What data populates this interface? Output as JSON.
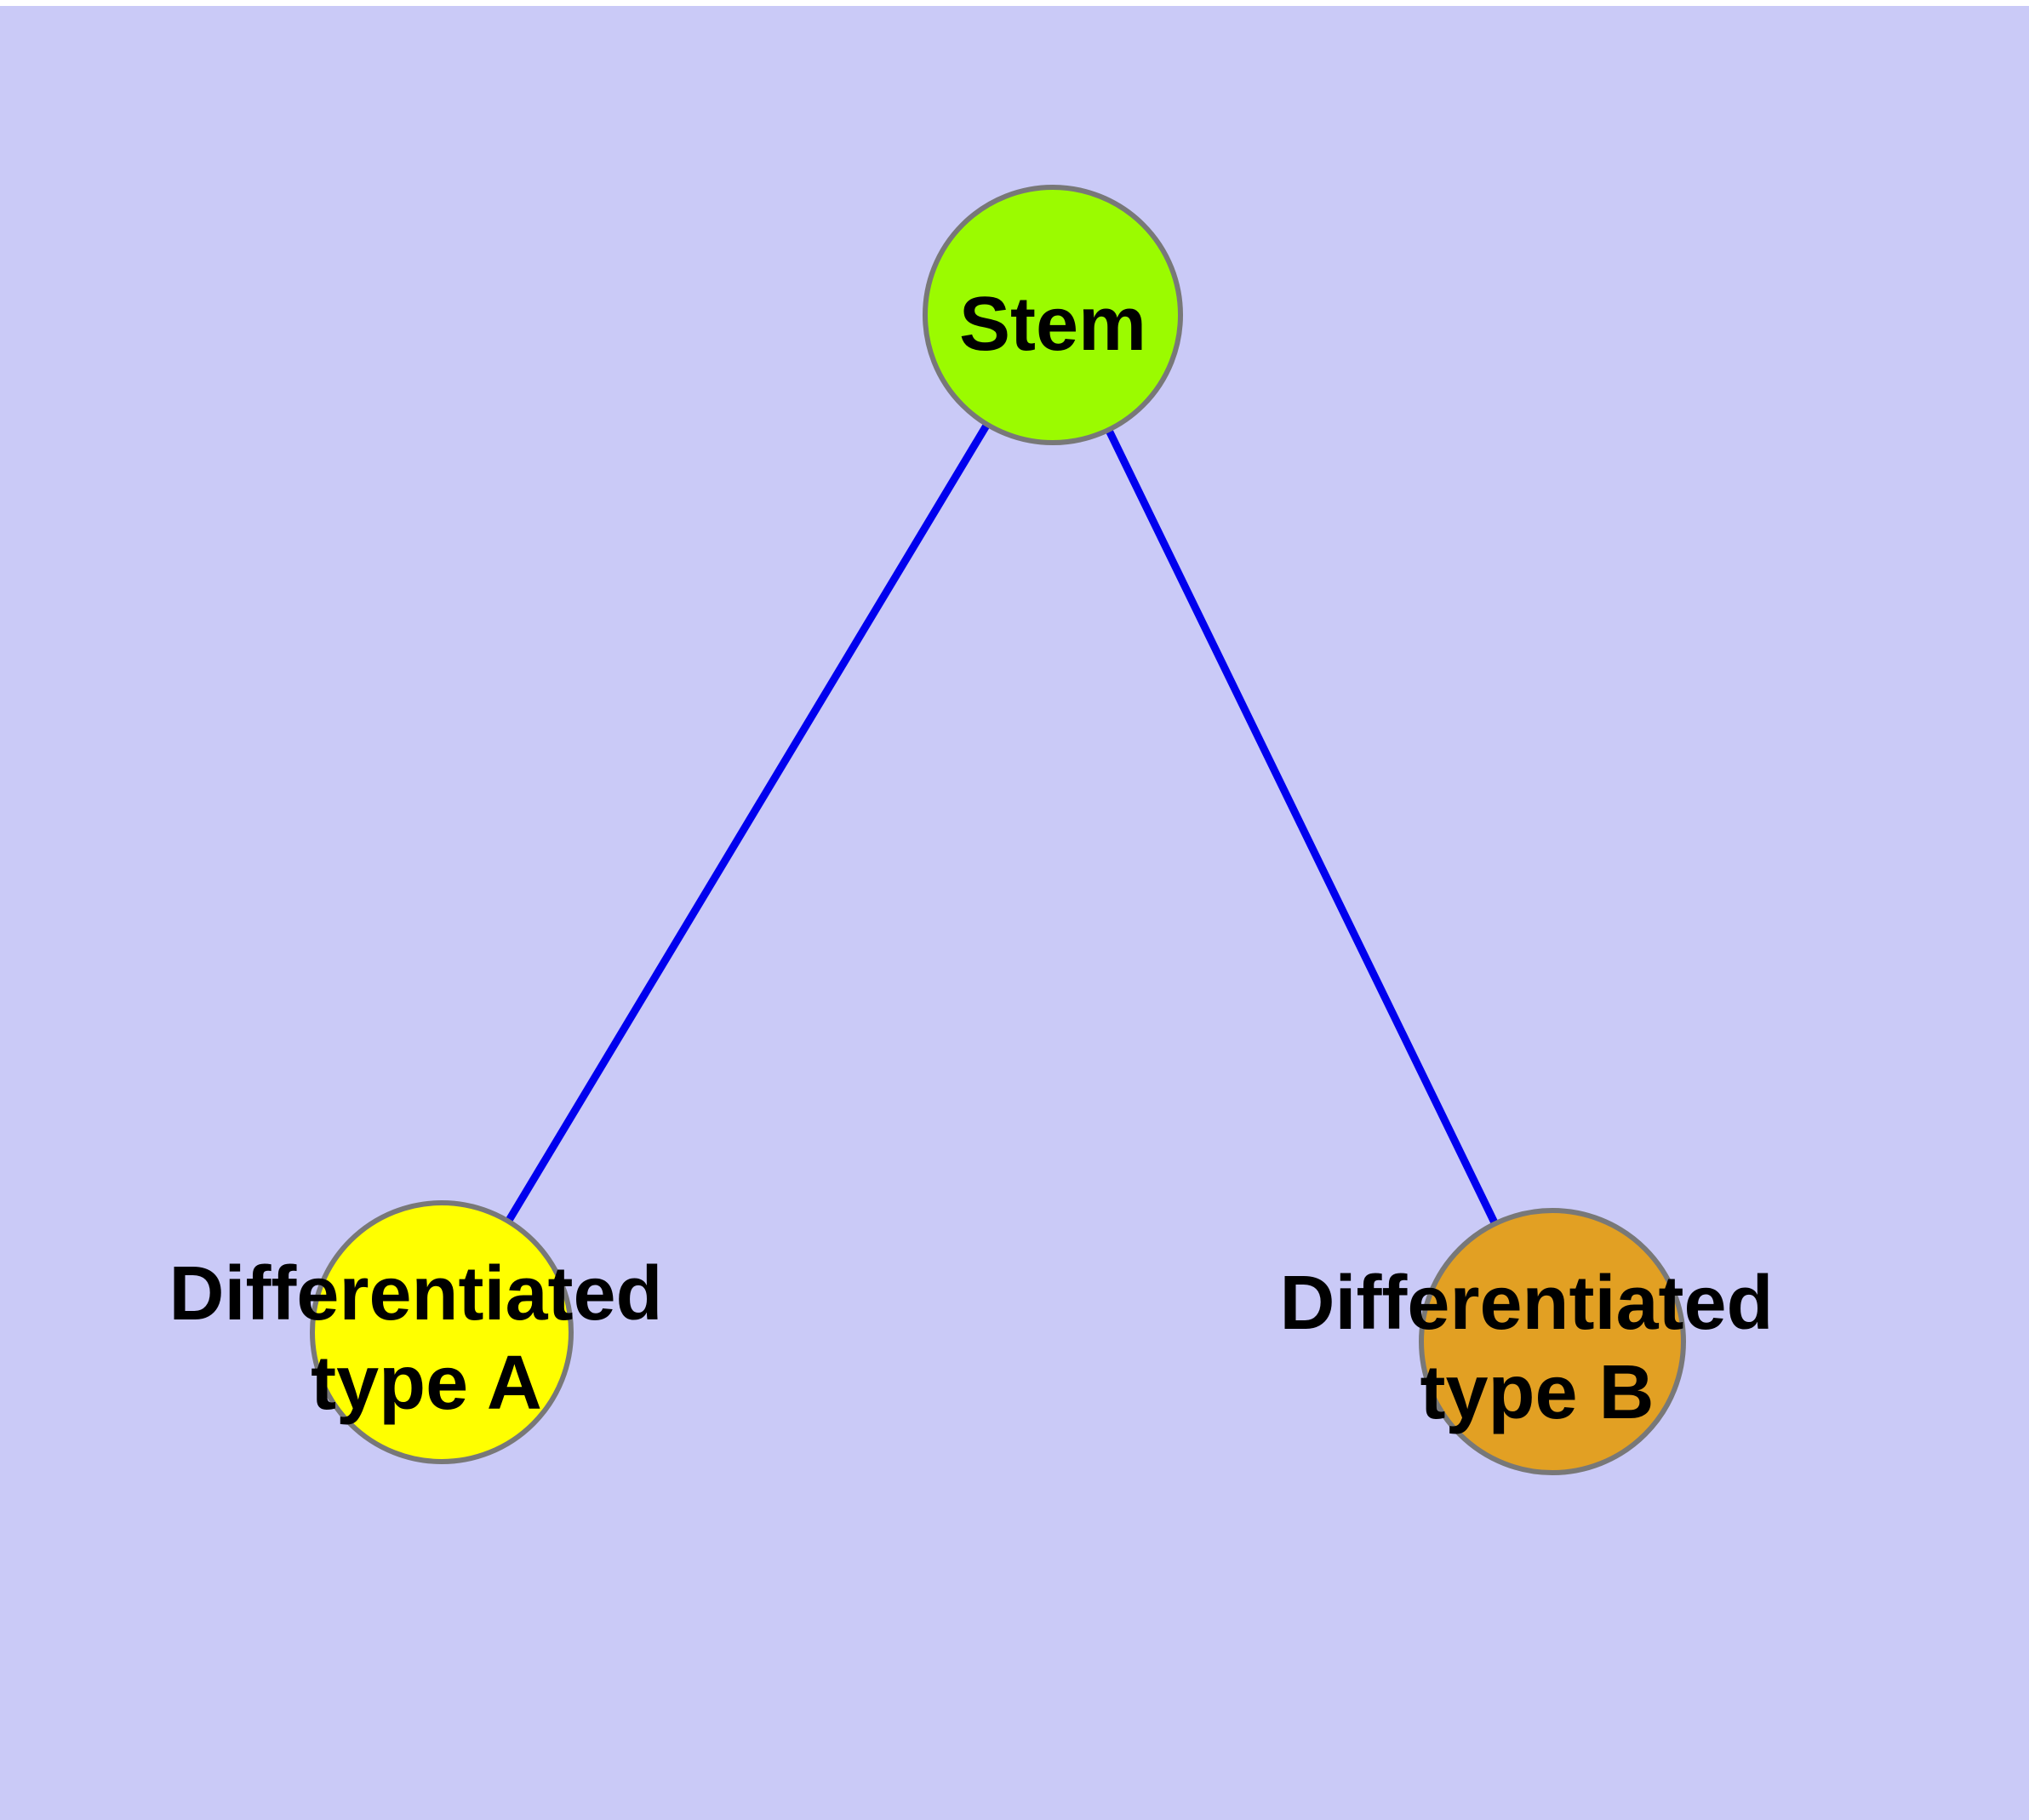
{
  "diagram": {
    "background_color": "#CACAF7",
    "top_strip_color": "#FFFFFF",
    "edge_color": "#0000EE",
    "node_border_color": "#787878",
    "label_color": "#000000",
    "nodes": [
      {
        "id": "stem",
        "lines": [
          "Stem"
        ],
        "fill": "#9BFB00"
      },
      {
        "id": "differentiated-type-a",
        "lines": [
          "Differentiated",
          "type A"
        ],
        "fill": "#FFFF00"
      },
      {
        "id": "differentiated-type-b",
        "lines": [
          "Differentiated",
          "type B"
        ],
        "fill": "#E2A023"
      }
    ],
    "edges": [
      {
        "from": "Stem",
        "to": "Differentiated type A"
      },
      {
        "from": "Stem",
        "to": "Differentiated type B"
      }
    ]
  }
}
